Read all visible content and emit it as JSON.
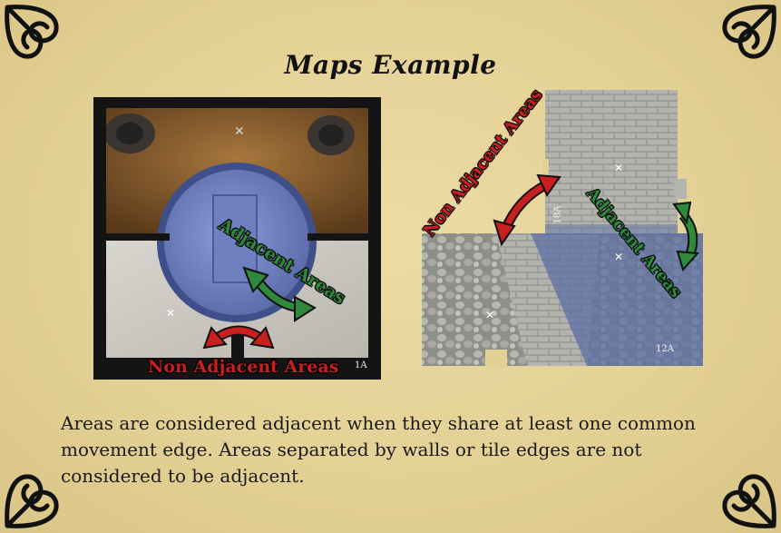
{
  "title": "Maps Example",
  "map_left": {
    "tile_label": "1A",
    "adjacent_label": "Adjacent Areas",
    "non_adjacent_label": "Non Adjacent Areas"
  },
  "map_right": {
    "tile_label_top": "18A",
    "tile_label_bottom": "12A",
    "adjacent_label": "Adjacent Areas",
    "non_adjacent_label": "Non Adjacent Areas"
  },
  "body_text": "Areas are considered adjacent when they share at least one common movement edge. Areas separated by walls or tile edges are not considered to be adjacent.",
  "colors": {
    "parchment": "#e6d59a",
    "adjacent_green": "#2e8a3a",
    "non_adjacent_red": "#c91f1f"
  }
}
